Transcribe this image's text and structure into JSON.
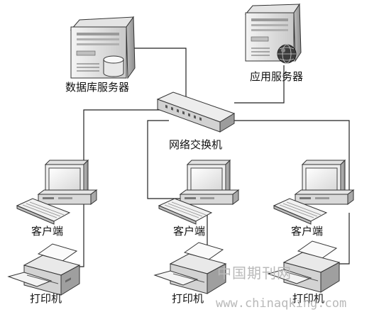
{
  "labels": {
    "db_server": "数据库服务器",
    "app_server": "应用服务器",
    "switch": "网络交换机",
    "clients": [
      "客户端",
      "客户端",
      "客户端"
    ],
    "printers": [
      "打印机",
      "打印机",
      "打印机"
    ]
  },
  "watermark": {
    "title": "中国期刊网",
    "url": "www.chinaqking.com"
  }
}
